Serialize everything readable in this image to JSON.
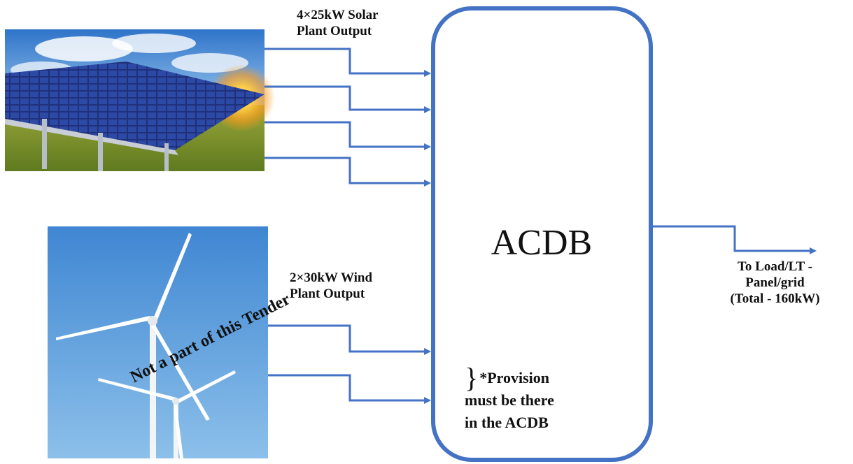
{
  "solar_label_line1": "4×25kW Solar",
  "solar_label_line2": "Plant Output",
  "wind_label_line1": "2×30kW Wind",
  "wind_label_line2": "Plant Output",
  "acdb_title": "ACDB",
  "provision_line1": "*Provision",
  "provision_line2": "must be there",
  "provision_line3": "in the ACDB",
  "output_line1": "To Load/LT -",
  "output_line2": "Panel/grid",
  "output_line3": "(Total - 160kW)",
  "watermark": "Not a part of this Tender",
  "colors": {
    "connector": "#4472C4",
    "box_border": "#4472C4"
  },
  "icons": {
    "solar": "solar-panel-photo",
    "wind": "wind-turbine-photo"
  }
}
